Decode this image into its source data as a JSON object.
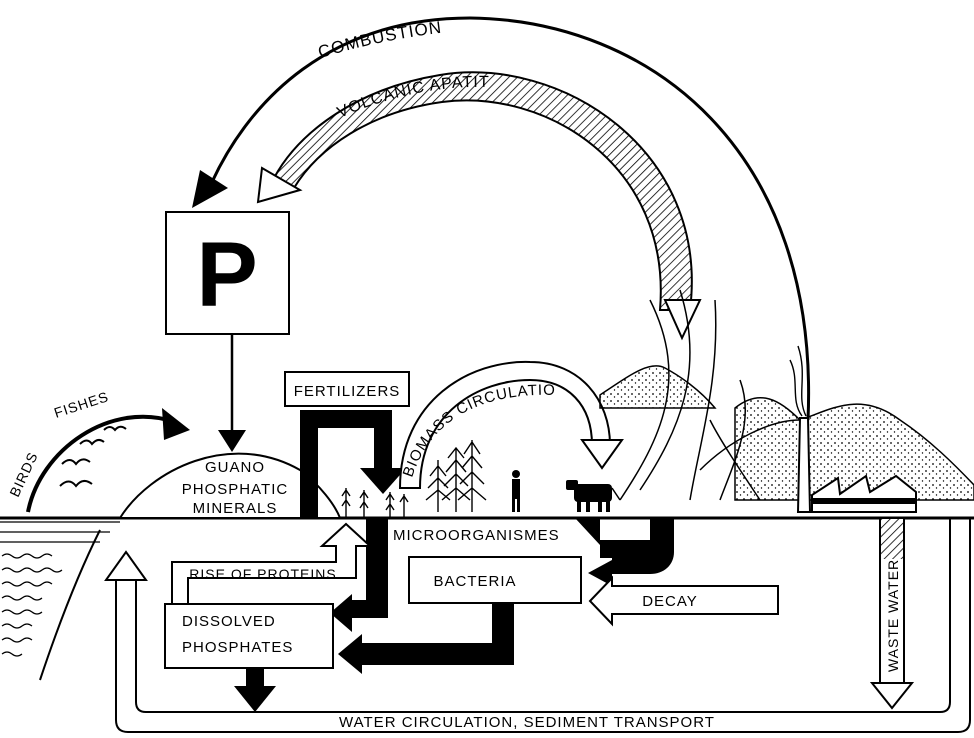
{
  "labels": {
    "combustion": "COMBUSTION",
    "volcanic": "VOLCANIC APATIT",
    "p_symbol": "P",
    "fertilizers": "FERTILIZERS",
    "biomass": "BIOMASS CIRCULATION",
    "birds": "BIRDS",
    "fishes": "FISHES",
    "guano_1": "GUANO",
    "guano_2": "PHOSPHATIC",
    "guano_3": "MINERALS",
    "microorganismes": "MICROORGANISMES",
    "bacteria": "BACTERIA",
    "rise_of_proteins": "RISE OF PROTEINS",
    "dissolved_1": "DISSOLVED",
    "dissolved_2": "PHOSPHATES",
    "decay": "DECAY",
    "waste_water": "WASTE WATER",
    "water_circulation": "WATER CIRCULATION, SEDIMENT TRANSPORT"
  }
}
